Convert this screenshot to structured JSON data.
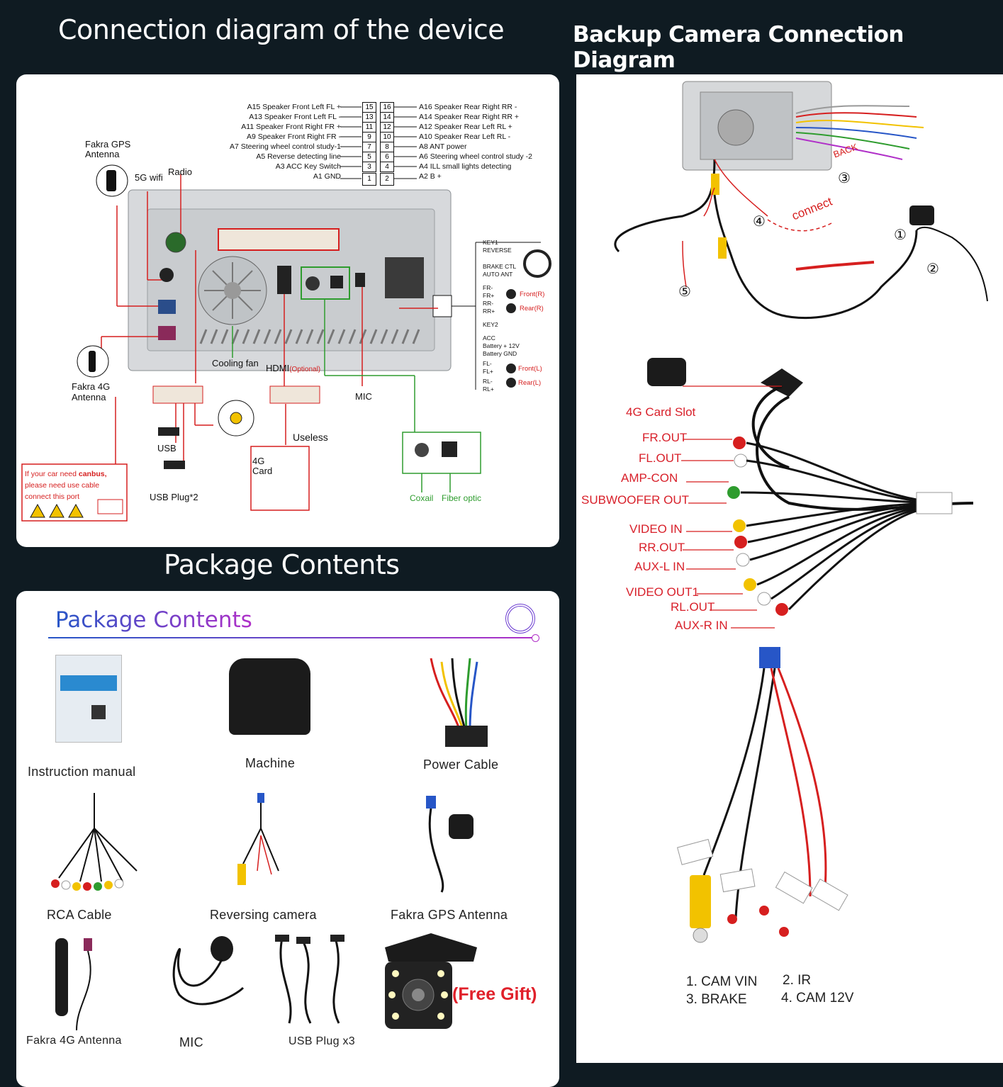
{
  "left": {
    "title": "Connection diagram of the device",
    "wiring": {
      "left_pins": [
        "A15 Speaker Front Left FL +",
        "A13 Speaker Front Left FL -",
        "A11 Speaker Front Right FR +",
        "A9 Speaker Front Right FR -",
        "A7 Steering wheel control study-1",
        "A5 Reverse detecting line",
        "A3 ACC Key Switch",
        "A1 GND"
      ],
      "right_pins": [
        "A16 Speaker Rear Right RR -",
        "A14 Speaker Rear Right RR +",
        "A12 Speaker Rear Left RL +",
        "A10 Speaker Rear Left RL -",
        "A8   ANT power",
        "A6   Steering wheel control study -2",
        "A4   ILL small lights detecting",
        "A2   B +"
      ],
      "left_nums": [
        "15",
        "13",
        "11",
        "9",
        "7",
        "5",
        "3",
        "1"
      ],
      "right_nums": [
        "16",
        "14",
        "12",
        "10",
        "8",
        "6",
        "4",
        "2"
      ]
    },
    "labels": {
      "fakra_gps": "Fakra GPS\nAntenna",
      "wifi_5g": "5G wifi",
      "radio": "Radio",
      "fakra_4g": "Fakra 4G\nAntenna",
      "cooling_fan": "Cooling fan",
      "hdmi": "HDMI",
      "hdmi_optional": "(Optional)",
      "mic": "MIC",
      "usb": "USB",
      "usb_plug": "USB Plug*2",
      "useless": "Useless",
      "card_4g": "4G\nCard",
      "coaxial": "Coxail",
      "fiber": "Fiber optic",
      "canbus_1": "If your car need ",
      "canbus_bold": "canbus,",
      "canbus_2": "please need use cable",
      "canbus_3": "connect this port"
    },
    "harness": [
      "KEY1",
      "REVERSE",
      "BRAKE CTL",
      "AUTO ANT",
      "FR-",
      "FR+",
      "RR-",
      "RR+",
      "KEY2",
      "ACC",
      "Battery + 12V",
      "Battery GND",
      "FL-",
      "FL+",
      "RL-",
      "RL+"
    ],
    "speakers": [
      "Front(R)",
      "Rear(R)",
      "Front(L)",
      "Rear(L)"
    ]
  },
  "package": {
    "heading": "Package Contents",
    "inner_heading": "Package Contents",
    "items": [
      "Instruction manual",
      "Machine",
      "Power Cable",
      "RCA Cable",
      "Reversing camera",
      "Fakra GPS Antenna",
      "Fakra 4G Antenna",
      "MIC",
      "USB Plug x3"
    ],
    "free_gift": "(Free Gift)"
  },
  "right": {
    "title": "Backup Camera Connection Diagram",
    "camera_labels": {
      "back": "BACK",
      "connect": "connect",
      "nums": [
        "①",
        "②",
        "③",
        "④",
        "⑤"
      ]
    },
    "rca_labels": [
      "4G Card Slot",
      "FR.OUT",
      "FL.OUT",
      "AMP-CON",
      "SUBWOOFER OUT",
      "VIDEO IN",
      "RR.OUT",
      "AUX-L IN",
      "VIDEO OUT1",
      "RL.OUT",
      "AUX-R IN"
    ],
    "cam_legend": [
      "1. CAM VIN",
      "2. IR",
      "3. BRAKE",
      "4. CAM 12V"
    ]
  },
  "colors": {
    "background": "#0f1b22",
    "accent_red": "#d61f1f",
    "accent_green": "#2e9c2e",
    "heading_blue": "#2756c7",
    "heading_purple": "#b030c8"
  }
}
